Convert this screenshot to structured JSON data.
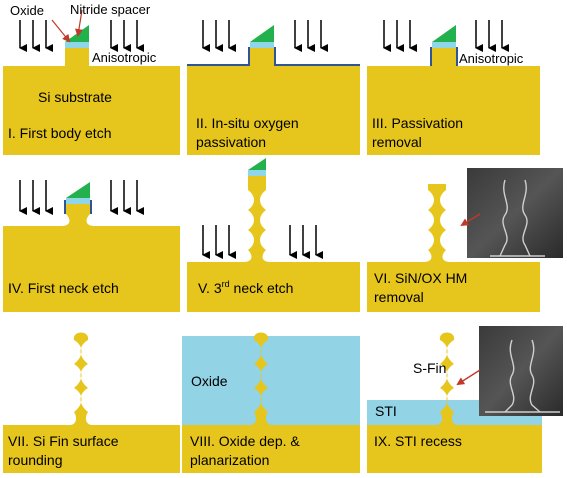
{
  "colors": {
    "silicon": "#e6c51c",
    "oxide_thin": "#8fd6e8",
    "oxide_fill": "#92d3e5",
    "nitride": "#22b14c",
    "passivation": "#2f5597",
    "arrow": "#000000",
    "callout_arrow": "#c0392b"
  },
  "annotations": {
    "oxide": "Oxide",
    "nitride_spacer": "Nitride spacer",
    "anisotropic_1": "Anisotropic",
    "si_substrate": "Si substrate",
    "anisotropic_3": "Anisotropic",
    "oxide_fill": "Oxide",
    "s_fin": "S-Fin",
    "sti": "STI"
  },
  "panels": [
    {
      "lines": [
        "I. First body etch"
      ]
    },
    {
      "lines": [
        "II. In-situ oxygen",
        "passivation"
      ]
    },
    {
      "lines": [
        "III. Passivation",
        "removal"
      ]
    },
    {
      "lines": [
        "IV. First neck etch"
      ]
    },
    {
      "lines": [
        "V. 3",
        "rd",
        " neck etch"
      ]
    },
    {
      "lines": [
        "VI. SiN/OX HM",
        "removal"
      ]
    },
    {
      "lines": [
        "VII. Si Fin surface",
        "rounding"
      ]
    },
    {
      "lines": [
        "VIII. Oxide dep. &",
        "planarization"
      ]
    },
    {
      "lines": [
        "IX. STI recess"
      ]
    }
  ],
  "icons": {
    "arrow_icon": "down-arrow-icon",
    "sem_icon": "sem-micrograph-image"
  }
}
